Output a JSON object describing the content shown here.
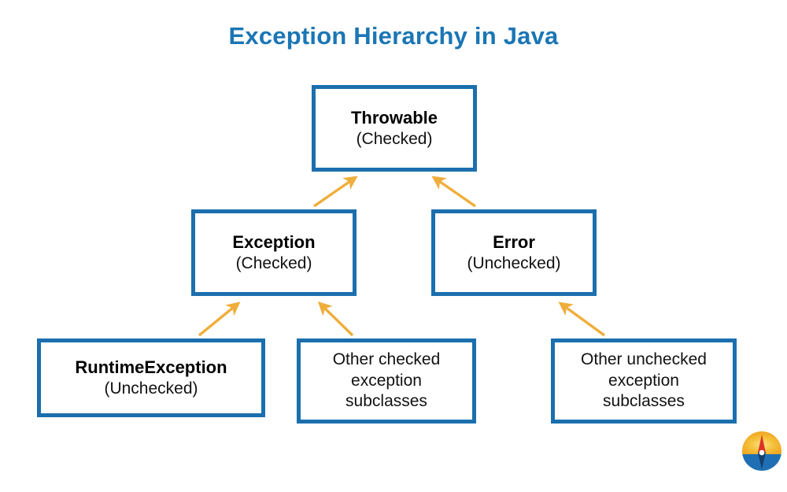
{
  "title": "Exception Hierarchy in Java",
  "colors": {
    "title_blue": "#1b76b5",
    "box_border_blue": "#1b6fae",
    "arrow_orange": "#efae3b",
    "background": "#ffffff",
    "text_black": "#000000"
  },
  "nodes": {
    "throwable": {
      "name": "Throwable",
      "qualifier": "(Checked)"
    },
    "exception": {
      "name": "Exception",
      "qualifier": "(Checked)"
    },
    "error": {
      "name": "Error",
      "qualifier": "(Unchecked)"
    },
    "runtime": {
      "name": "RuntimeException",
      "qualifier": "(Unchecked)"
    },
    "other_checked": {
      "line1": "Other checked",
      "line2": "exception",
      "line3": "subclasses"
    },
    "other_unchecked": {
      "line1": "Other unchecked",
      "line2": "exception",
      "line3": "subclasses"
    }
  },
  "edges": [
    {
      "from": "exception",
      "to": "throwable",
      "direction": "up"
    },
    {
      "from": "error",
      "to": "throwable",
      "direction": "up"
    },
    {
      "from": "runtime",
      "to": "exception",
      "direction": "up"
    },
    {
      "from": "other_checked",
      "to": "exception",
      "direction": "up"
    },
    {
      "from": "other_unchecked",
      "to": "error",
      "direction": "up"
    }
  ],
  "logo": {
    "icon": "compass-rose-logo",
    "alt": "compass logo"
  }
}
